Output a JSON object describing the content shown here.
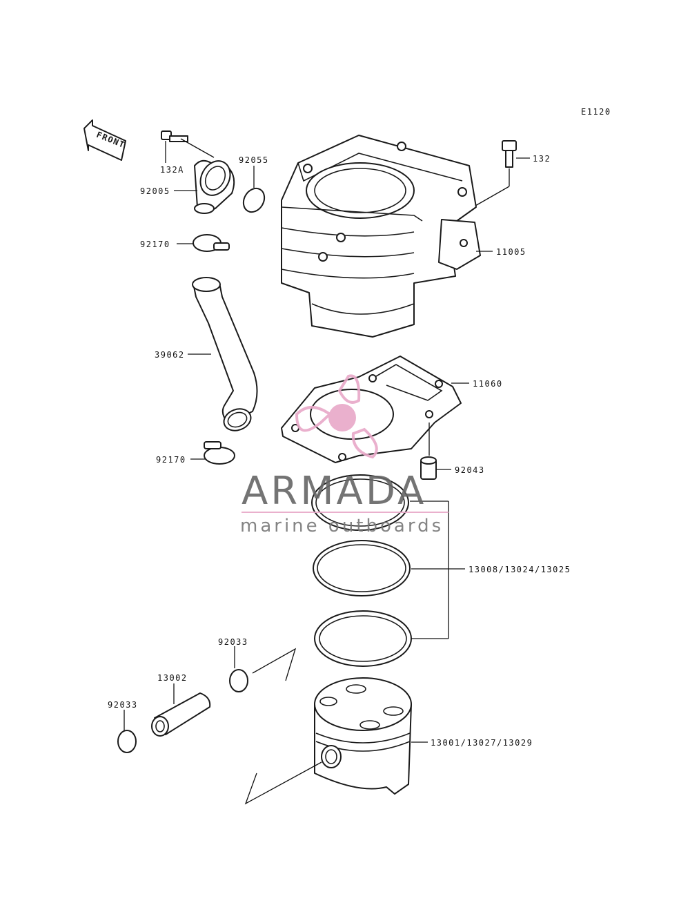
{
  "code": "E1120",
  "front_label": "FRONT",
  "parts": {
    "p132a": "132A",
    "p92005": "92005",
    "p92055": "92055",
    "p92170_top": "92170",
    "p39062": "39062",
    "p92170_bottom": "92170",
    "p132": "132",
    "p11005": "11005",
    "p11060": "11060",
    "p92043": "92043",
    "p_rings": "13008/13024/13025",
    "p92033_a": "92033",
    "p13002": "13002",
    "p92033_b": "92033",
    "p_piston": "13001/13027/13029"
  },
  "watermark": {
    "title": "ARMADA",
    "subtitle": "marine outboards",
    "accent_color": "#e8a8c8",
    "text_color": "#666666"
  }
}
